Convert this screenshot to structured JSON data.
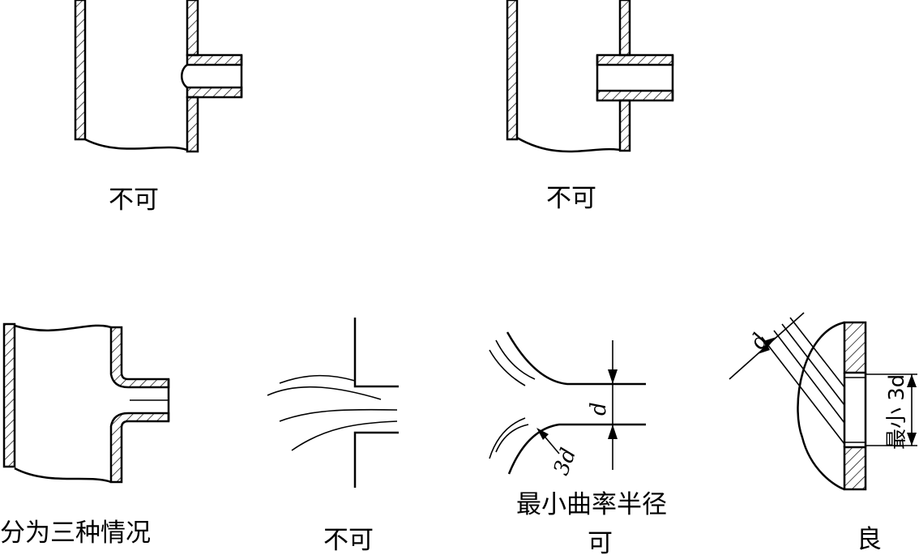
{
  "captions": {
    "top_left": "不可",
    "top_right": "不可",
    "bottom_1": "分为三种情况",
    "bottom_2": "不可",
    "bottom_3_note": "最小曲率半径",
    "bottom_3": "可",
    "bottom_4": "良"
  },
  "labels": {
    "d_bottom3": "d",
    "radius_3d": "3d",
    "d_bottom4": "d",
    "min_3d": "最小 3d"
  }
}
